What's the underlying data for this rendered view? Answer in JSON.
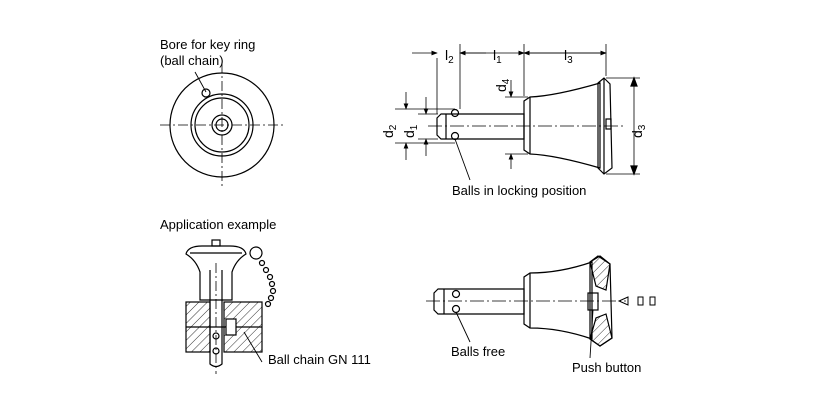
{
  "labels": {
    "bore_line1": "Bore for key ring",
    "bore_line2": "(ball chain)",
    "balls_locking": "Balls in locking position",
    "application_example": "Application example",
    "ball_chain": "Ball chain GN 111",
    "balls_free": "Balls free",
    "push_button": "Push button"
  },
  "dimensions": {
    "l2": {
      "main": "l",
      "sub": "2"
    },
    "l1": {
      "main": "l",
      "sub": "1"
    },
    "l3": {
      "main": "l",
      "sub": "3"
    },
    "d4": {
      "main": "d",
      "sub": "4"
    },
    "d2": {
      "main": "d",
      "sub": "2"
    },
    "d1": {
      "main": "d",
      "sub": "1"
    },
    "d3": {
      "main": "d",
      "sub": "3"
    }
  },
  "colors": {
    "line": "#000000",
    "background": "#ffffff",
    "centerline": "#000000"
  }
}
